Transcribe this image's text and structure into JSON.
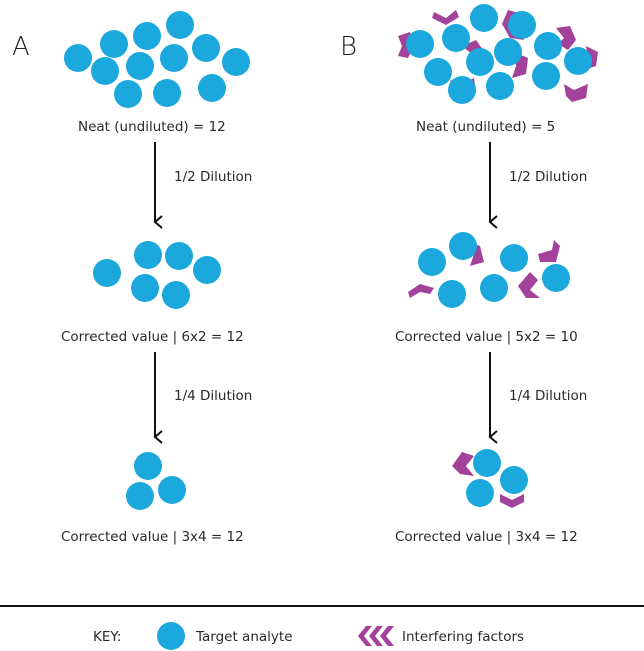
{
  "colors": {
    "analyte": "#1aa8dd",
    "interferer": "#a3429b",
    "arrow": "#111111",
    "text": "#2a2a2a",
    "divider": "#111111"
  },
  "panel_a": {
    "letter": "A",
    "neat_label": "Neat (undiluted) = 12",
    "dilution1_label": "1/2 Dilution",
    "corrected1_label": "Corrected value | 6x2 = 12",
    "dilution2_label": "1/4 Dilution",
    "corrected2_label": "Corrected value | 3x4 = 12",
    "neat_analyte_count": 12,
    "half_analyte_count": 6,
    "quarter_analyte_count": 3
  },
  "panel_b": {
    "letter": "B",
    "neat_label": "Neat (undiluted) = 5",
    "dilution1_label": "1/2 Dilution",
    "corrected1_label": "Corrected value | 5x2 = 10",
    "dilution2_label": "1/4 Dilution",
    "corrected2_label": "Corrected value | 3x4 = 12"
  },
  "key": {
    "title": "KEY:",
    "analyte_label": "Target analyte",
    "interferer_label": "Interfering factors",
    "analyte_icon": "circle-icon",
    "interferer_icon": "chevron-icon"
  }
}
